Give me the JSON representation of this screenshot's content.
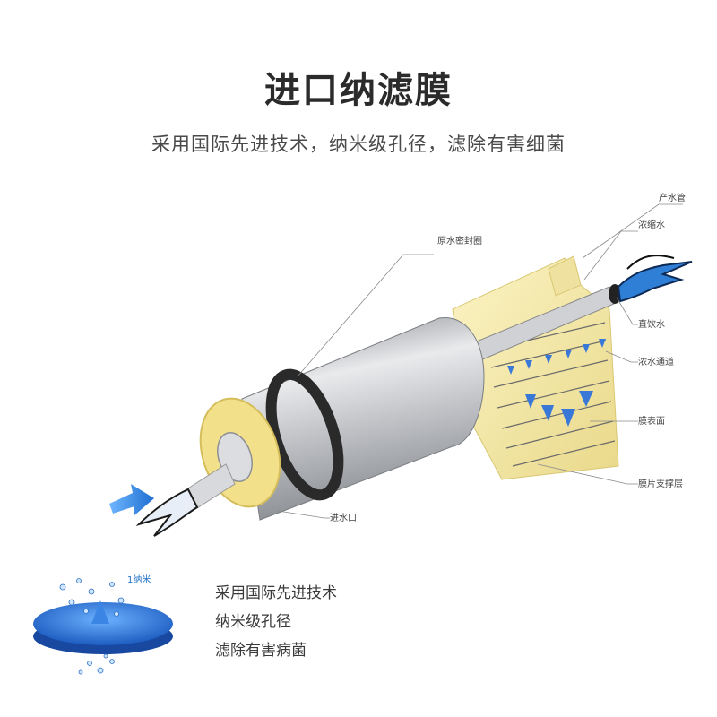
{
  "header": {
    "title": "进口纳滤膜",
    "subtitle": "采用国际先进技术，纳米级孔径，滤除有害细菌"
  },
  "diagram": {
    "labels": {
      "product_tube": "产水管",
      "concentrate": "浓缩水",
      "raw_seal": "原水密封圈",
      "drinking_water": "直饮水",
      "concentrate_channel": "浓水通道",
      "membrane_surface": "膜表面",
      "support_layer": "膜片支撑层",
      "inlet": "进水口"
    }
  },
  "nano_figure": {
    "label": "1纳米"
  },
  "bullets": [
    "采用国际先进技术",
    "纳米级孔径",
    "滤除有害病菌"
  ],
  "colors": {
    "membrane_yellow": "#f5e9a6",
    "water_blue": "#2f7fd6",
    "seal_black": "#2a2a2a",
    "housing_silver": "#c9cbcf"
  }
}
